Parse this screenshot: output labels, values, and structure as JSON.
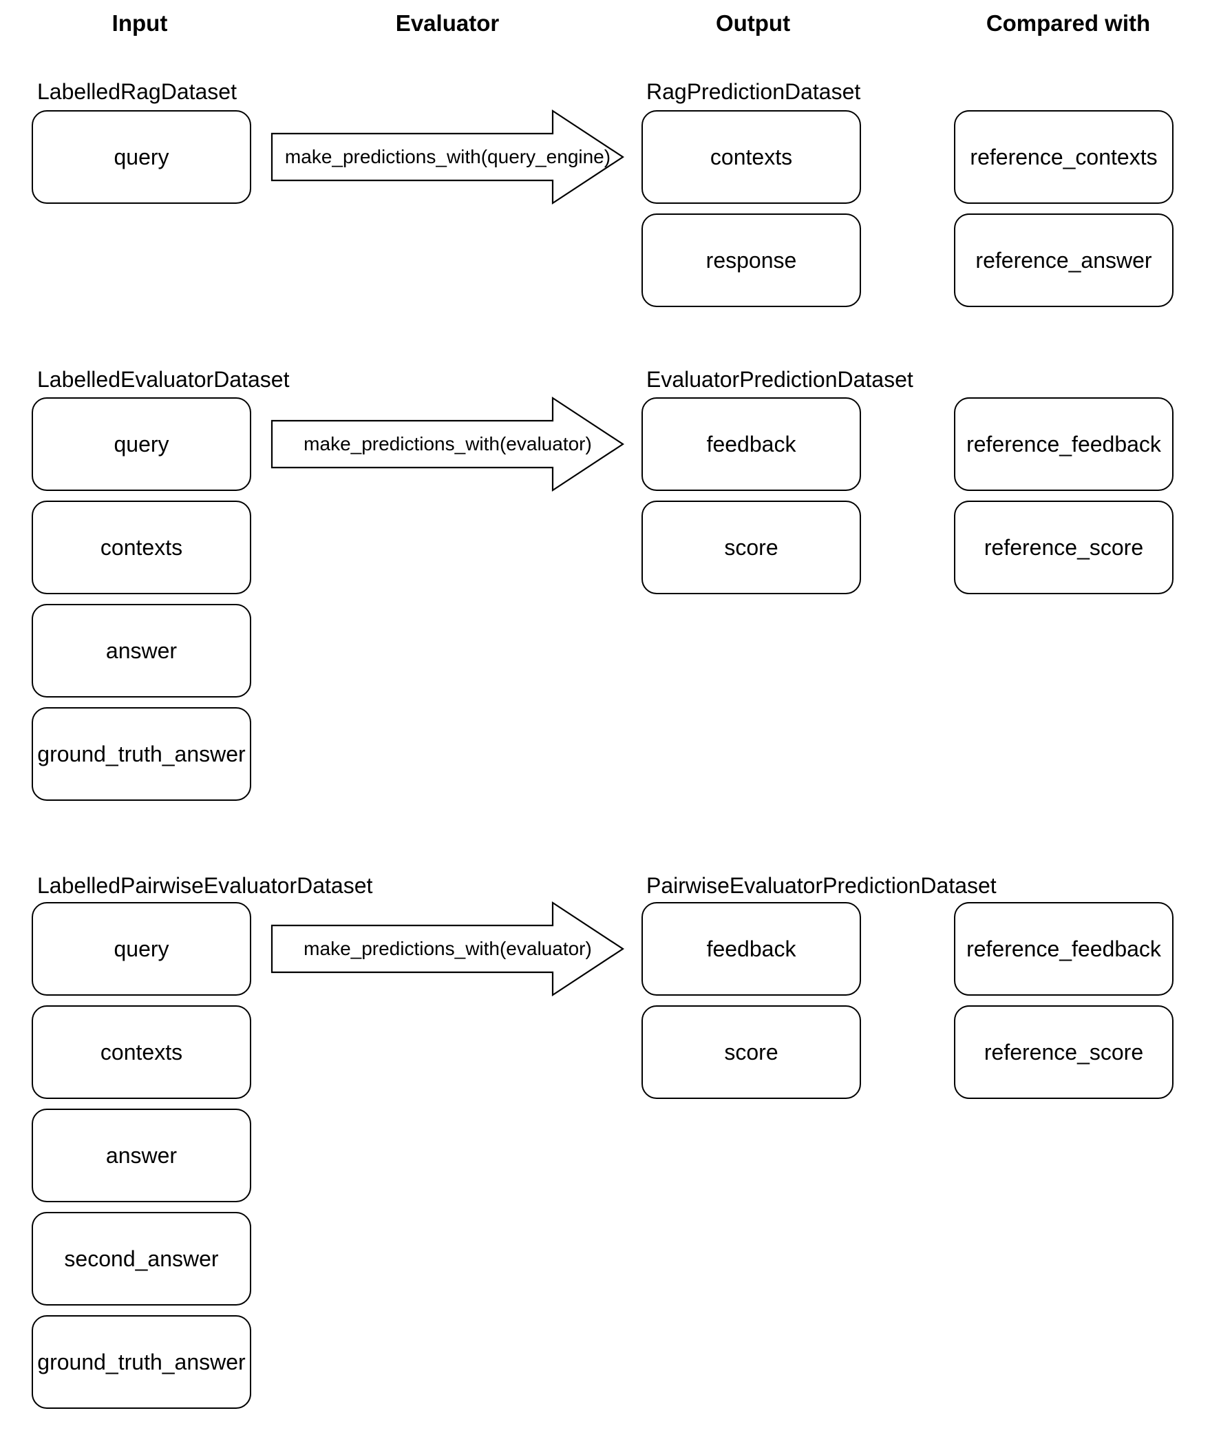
{
  "column_headers": [
    "Input",
    "Evaluator",
    "Output",
    "Compared with"
  ],
  "colors": {
    "stroke": "#000000",
    "background": "#ffffff",
    "text": "#000000"
  },
  "groups": [
    {
      "input_title": "LabelledRagDataset",
      "input_fields": [
        "query"
      ],
      "arrow_label": "make_predictions_with(query_engine)",
      "output_title": "RagPredictionDataset",
      "output_fields": [
        "contexts",
        "response"
      ],
      "compared_fields": [
        "reference_contexts",
        "reference_answer"
      ]
    },
    {
      "input_title": "LabelledEvaluatorDataset",
      "input_fields": [
        "query",
        "contexts",
        "answer",
        "ground_truth_answer"
      ],
      "arrow_label": "make_predictions_with(evaluator)",
      "output_title": "EvaluatorPredictionDataset",
      "output_fields": [
        "feedback",
        "score"
      ],
      "compared_fields": [
        "reference_feedback",
        "reference_score"
      ]
    },
    {
      "input_title": "LabelledPairwiseEvaluatorDataset",
      "input_fields": [
        "query",
        "contexts",
        "answer",
        "second_answer",
        "ground_truth_answer"
      ],
      "arrow_label": "make_predictions_with(evaluator)",
      "output_title": "PairwiseEvaluatorPredictionDataset",
      "output_fields": [
        "feedback",
        "score"
      ],
      "compared_fields": [
        "reference_feedback",
        "reference_score"
      ]
    }
  ]
}
